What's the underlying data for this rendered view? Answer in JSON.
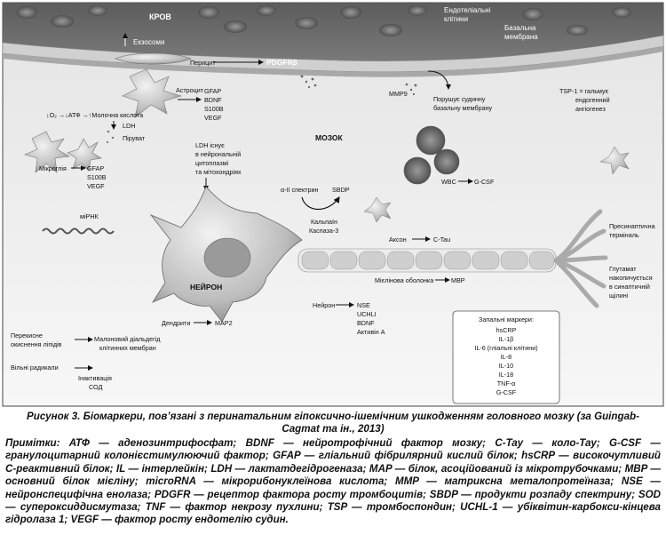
{
  "labels": {
    "krov": "КРОВ",
    "endo": [
      "Ендотеліальні",
      "клітини"
    ],
    "basal": [
      "Базальна",
      "мембрана"
    ],
    "exo": "Екзосоми",
    "pericyte": "Перицит",
    "pdgfrb": "PDGFRβ",
    "astro": "Астроцит",
    "astro_markers": [
      "GFAP",
      "BDNF",
      "S100B",
      "VEGF"
    ],
    "mmp9": "MMP9",
    "disrupt": [
      "Порушує судинну",
      "базальну мембрану"
    ],
    "tsp": [
      "TSP-1 = гальмує",
      "ендогенний",
      "ангіогенез"
    ],
    "o2": "↓O₂ →↓АТФ →↑Молочна кислота",
    "ldh": "LDH",
    "pyruvate": "Піруват",
    "ldh_note": [
      "LDH існує",
      "в нейрональній",
      "цитоплазмі",
      "та мітохондріях"
    ],
    "brain": "МОЗОК",
    "microglia": "Мікроглія",
    "micro_markers": [
      "GFAP",
      "S100B",
      "VEGF"
    ],
    "wbc": "WBC",
    "gcsf": "G-CSF",
    "alpha": "α-II спектрин",
    "sbdp": "SBDP",
    "calpain": [
      "Кальпаїн",
      "Каспаза-3"
    ],
    "mirna": "міРНК",
    "neuron": "НЕЙРОН",
    "axon": "Аксон",
    "ctau": "C-Tau",
    "presyn": [
      "Пресинаптична",
      "терміналь"
    ],
    "glut": [
      "Глутамат",
      "накопичується",
      "в синаптичній",
      "щілині"
    ],
    "myelin": "Мієлінова оболонка",
    "mbp": "MBP",
    "neuron_lbl": "Нейрон",
    "neuron_markers": [
      "NSE",
      "UCHLI",
      "BDNF",
      "Активін А"
    ],
    "dendrites": "Дендрити",
    "map2": "MAP2",
    "lipid": [
      "Перекисне",
      "окиснення ліпідів"
    ],
    "mda": [
      "Малоновий діальдегід",
      "клітинних мембран"
    ],
    "radicals": "Вільні радикали",
    "sod": [
      "Інактивація",
      "СОД"
    ],
    "infl_title": "Запальні маркери:",
    "infl": [
      "hsCRP",
      "IL-1β",
      "IL-6 (гліальні клітини)",
      "IL-8",
      "IL-10",
      "IL-18",
      "TNF-α",
      "G-CSF"
    ]
  },
  "caption": "Рисунок 3. Біомаркери, пов’язані з перинатальним гіпоксично-ішемічним ушкодженням головного мозку (за Guingab-Cagmat та ін., 2013)",
  "notes": "Примітки: АТФ — аденозинтрифосфат; BDNF — нейротрофічний фактор мозку; C-Tay — коло-Tay; G-CSF — гранулоцитарний колонієстимулюючий фактор; GFAP — гліальний фібрилярний кислий білок; hsCRP — високочутливий С-реактивний білок; IL — інтерлейкін; LDH — лактатдегідрогеназа; MAP — білок, асоційований із мікротрубочками; MBP — основний білок мієліну; microRNA — мікрорибонуклеїнова кислота; MMP — матриксна металопротеїназа; NSE — нейронспецифічна енолаза; PDGFR — рецептор фактора росту тромбоцитів; SBDP — продукти розпаду спектрину; SOD — супероксиддисмутаза; TNF — фактор некрозу пухлини; TSP — тромбоспондин; UCHL-1 — убіквітин-карбокси-кінцева гідролаза 1; VEGF — фактор росту ендотелію судин."
}
